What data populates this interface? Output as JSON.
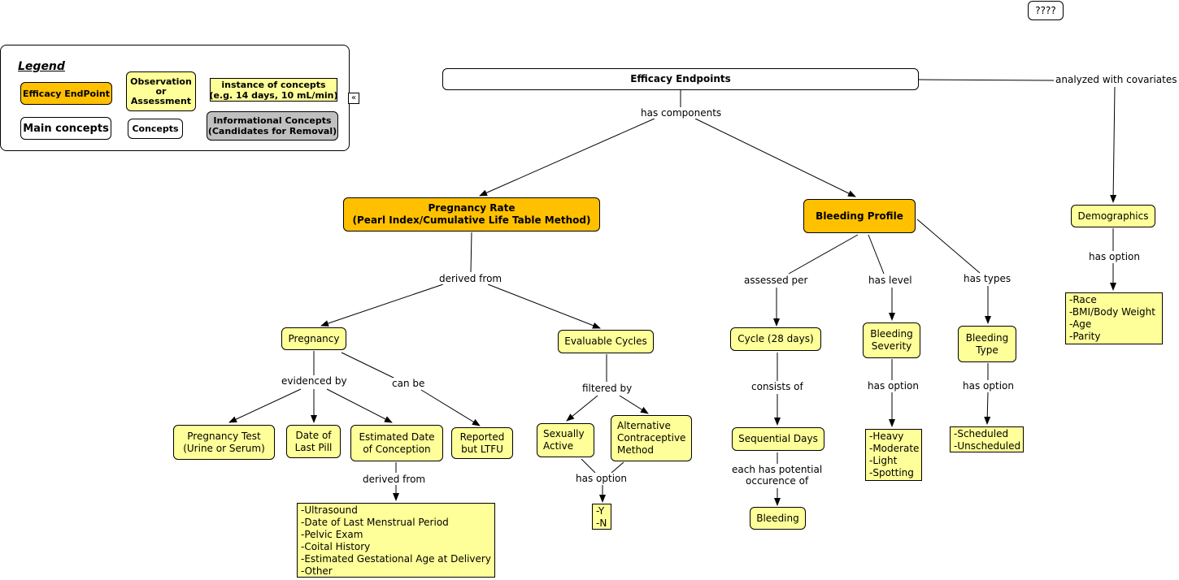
{
  "legend": {
    "title": "Legend",
    "efficacy_endpoint": "Efficacy EndPoint",
    "observation": "Observation\nor\nAssessment",
    "instance": "instance of concepts\n(e.g. 14 days, 10 mL/min)",
    "main_concepts": "Main concepts",
    "concepts": "Concepts",
    "informational": "Informational Concepts\n(Candidates for Removal)",
    "collapse_glyph": "«",
    "colors": {
      "efficacy": "#ffc000",
      "observation": "#ffff99",
      "informational": "#c0c0c0",
      "main": "#ffffff"
    }
  },
  "unknown_node": "????",
  "nodes": {
    "efficacy_endpoints": "Efficacy Endpoints",
    "pregnancy_rate": "Pregnancy Rate\n(Pearl Index/Cumulative Life Table Method)",
    "bleeding_profile": "Bleeding Profile",
    "demographics": "Demographics",
    "pregnancy": "Pregnancy",
    "evaluable_cycles": "Evaluable Cycles",
    "cycle": "Cycle (28 days)",
    "bleeding_severity": "Bleeding\nSeverity",
    "bleeding_type": "Bleeding\nType",
    "pregnancy_test": "Pregnancy Test\n(Urine or Serum)",
    "date_last_pill": "Date of\nLast Pill",
    "estimated_conception": "Estimated Date\nof Conception",
    "reported_ltfu": "Reported\nbut LTFU",
    "sexually_active": "Sexually\nActive",
    "alt_method": "Alternative\nContraceptive\nMethod",
    "sequential_days": "Sequential Days",
    "bleeding": "Bleeding",
    "demographics_options": "-Race\n-BMI/Body Weight\n-Age\n-Parity",
    "conception_sources": "-Ultrasound\n-Date of Last Menstrual Period\n-Pelvic Exam\n-Coital History\n-Estimated Gestational Age at Delivery\n-Other",
    "yn_options": "-Y\n-N",
    "severity_options": "-Heavy\n-Moderate\n-Light\n-Spotting",
    "type_options": "-Scheduled\n-Unscheduled"
  },
  "links": {
    "has_components": "has components",
    "analyzed_with_covariates": "analyzed with covariates",
    "derived_from": "derived from",
    "assessed_per": "assessed per",
    "has_level": "has level",
    "has_types": "has types",
    "has_option_demo": "has option",
    "evidenced_by": "evidenced by",
    "can_be": "can be",
    "filtered_by": "filtered by",
    "consists_of": "consists of",
    "has_option_severity": "has option",
    "has_option_type": "has option",
    "derived_from_conception": "derived from",
    "has_option_cycles": "has option",
    "each_has_potential": "each has potential\noccurence of"
  }
}
